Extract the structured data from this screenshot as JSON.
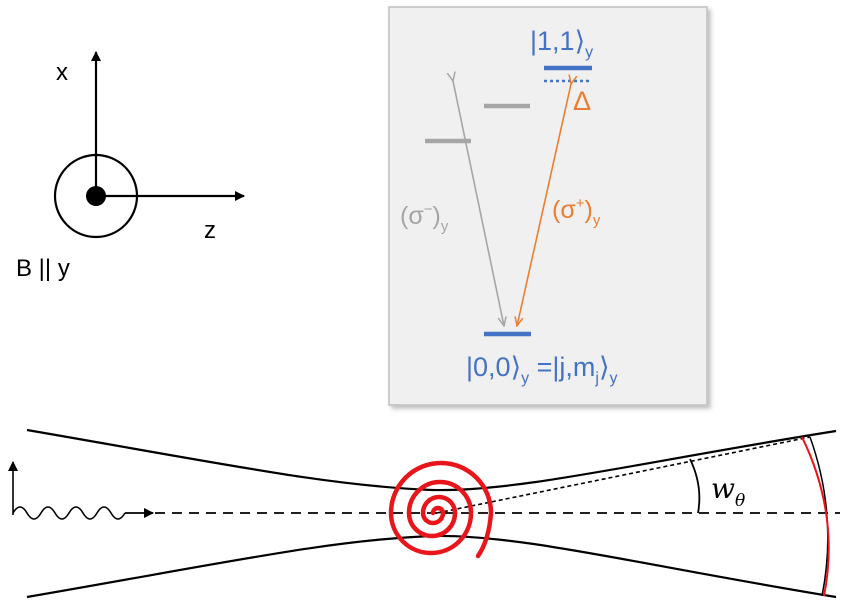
{
  "axes": {
    "x_label": "x",
    "z_label": "z",
    "field_label": "B || y"
  },
  "level_box": {
    "upper_state": {
      "ket": "|1,1",
      "bracket": "⟩",
      "sub": "y"
    },
    "lower_state": {
      "ket": "|0,0",
      "bracket": "⟩",
      "sub": "y",
      "eq": " =|j,m",
      "mj_sub": "j",
      "bracket2": "⟩",
      "sub2": "y"
    },
    "detuning": "Δ",
    "sigma_minus": {
      "text": "(σ",
      "sup": "−",
      "close": ")",
      "sub": "y"
    },
    "sigma_plus": {
      "text": "(σ",
      "sup": "+",
      "close": ")",
      "sub": "y"
    }
  },
  "beam": {
    "angle_label": "w",
    "angle_sub": "θ"
  },
  "colors": {
    "blue": "#4472c4",
    "orange": "#ed7d31",
    "gray": "#a6a6a6",
    "red": "#e8151b",
    "box_fill": "#f0f0f0",
    "box_stroke": "#bfbfbf"
  }
}
